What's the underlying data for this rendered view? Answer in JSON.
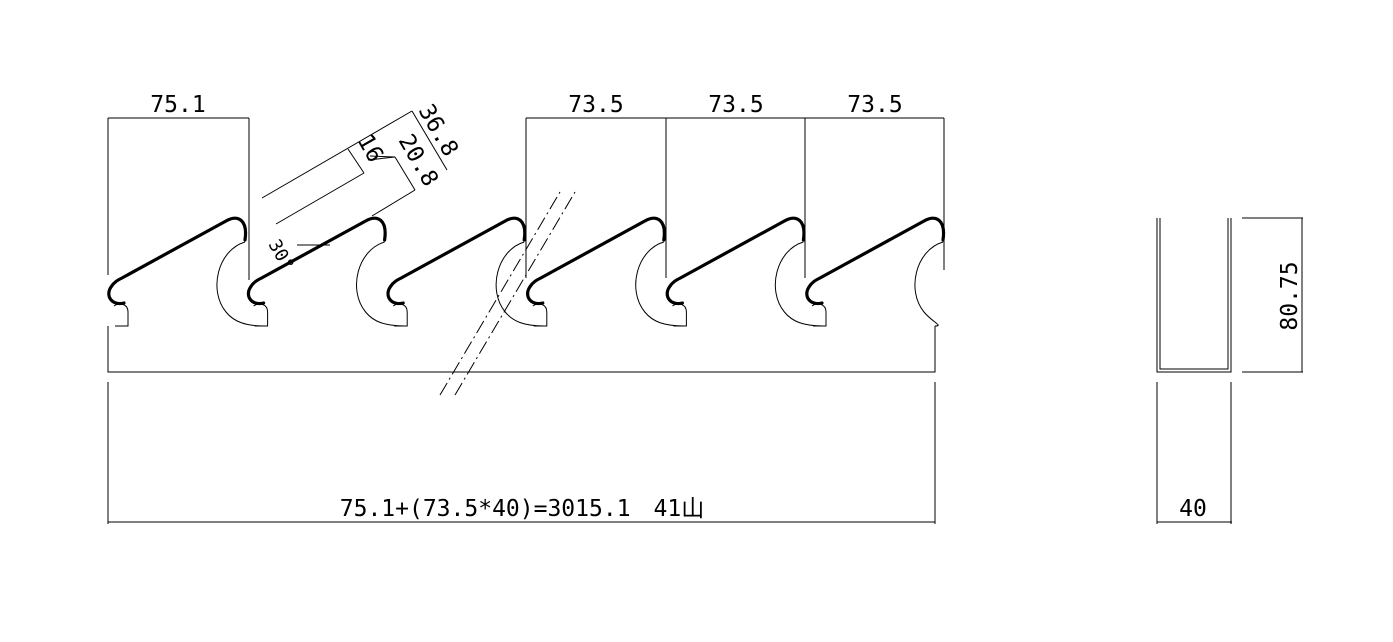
{
  "drawing": {
    "top_dimensions": {
      "first_pitch": "75.1",
      "pitch_1": "73.5",
      "pitch_2": "73.5",
      "pitch_3": "73.5"
    },
    "angled_dimensions": {
      "overall": "36.8",
      "inner": "16",
      "outer": "20.8",
      "angle": "30°"
    },
    "total_length_formula": "75.1+(73.5*40)=3015.1　41山",
    "section": {
      "height": "80.75",
      "width": "40"
    },
    "colors": {
      "line": "#000000",
      "background": "#ffffff"
    }
  }
}
